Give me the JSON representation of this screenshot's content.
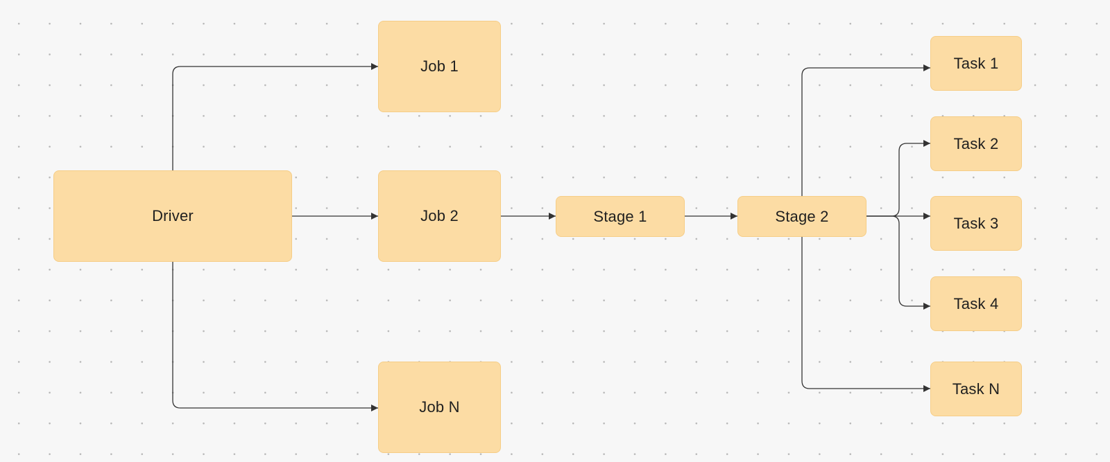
{
  "diagram": {
    "nodes": {
      "driver": "Driver",
      "job1": "Job 1",
      "job2": "Job 2",
      "jobn": "Job N",
      "stage1": "Stage 1",
      "stage2": "Stage 2",
      "task1": "Task 1",
      "task2": "Task 2",
      "task3": "Task 3",
      "task4": "Task 4",
      "taskn": "Task N"
    },
    "edges": [
      {
        "from": "driver",
        "to": "job1"
      },
      {
        "from": "driver",
        "to": "job2"
      },
      {
        "from": "driver",
        "to": "jobn"
      },
      {
        "from": "job2",
        "to": "stage1"
      },
      {
        "from": "stage1",
        "to": "stage2"
      },
      {
        "from": "stage2",
        "to": "task1"
      },
      {
        "from": "stage2",
        "to": "task2"
      },
      {
        "from": "stage2",
        "to": "task3"
      },
      {
        "from": "stage2",
        "to": "task4"
      },
      {
        "from": "stage2",
        "to": "taskn"
      }
    ],
    "colors": {
      "node_fill": "#fcdca4",
      "node_border": "#f6cd86",
      "edge": "#333333",
      "background": "#f7f7f7",
      "grid_dot": "#b7b7b7"
    }
  }
}
